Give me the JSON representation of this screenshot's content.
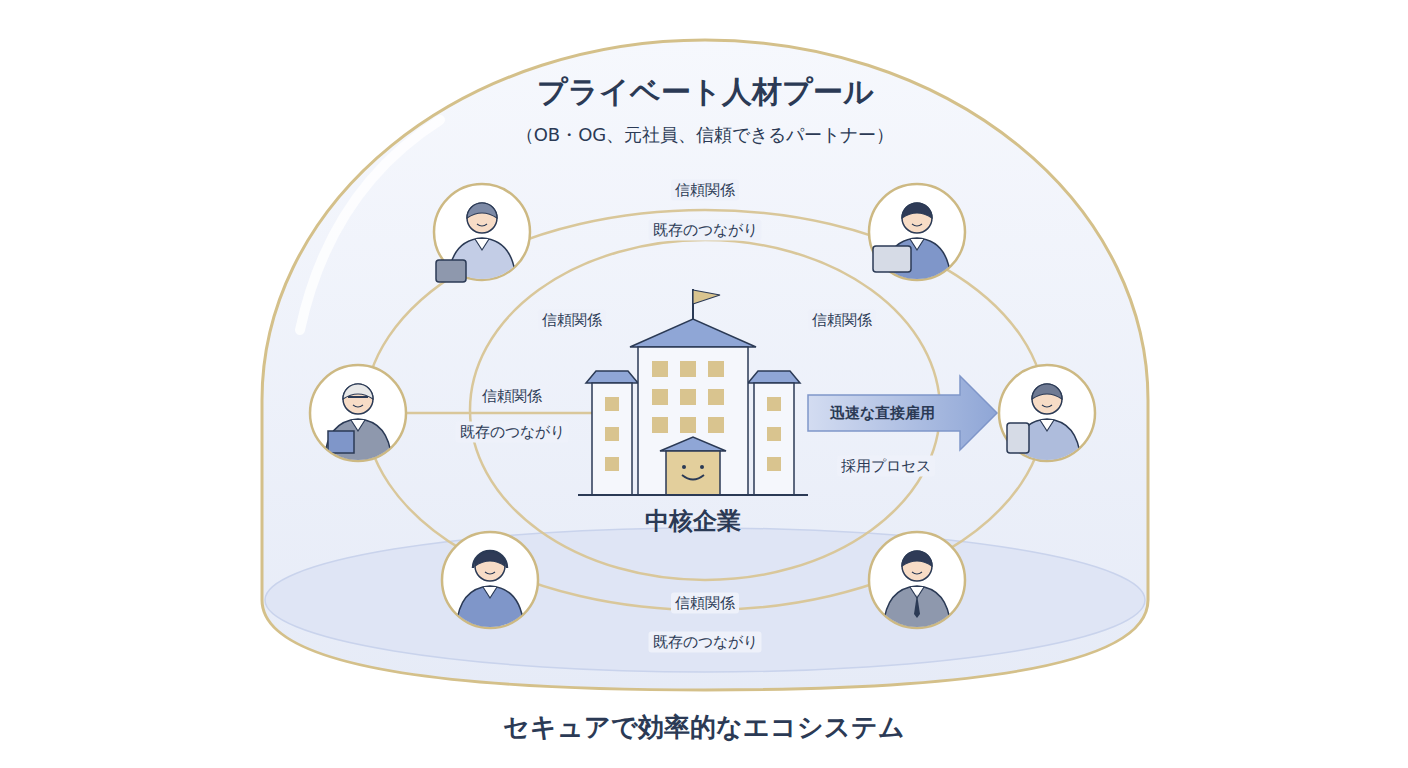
{
  "diagram": {
    "caption": "セキュアで効率的なエコシステム",
    "nodes": [
      {
        "text": [
          "プライベート人材プール",
          "（OB・OG、元社員、信頼できるパートナー）"
        ]
      },
      {
        "text": [
          "中核企業"
        ],
        "in": 0
      }
    ],
    "labels": [
      "信頼関係",
      "既存のつながり",
      "信頼関係",
      "信頼関係",
      "信頼関係",
      "既存のつながり",
      "迅速な直接雇用",
      "採用プロセス",
      "信頼関係",
      "既存のつながり"
    ]
  }
}
